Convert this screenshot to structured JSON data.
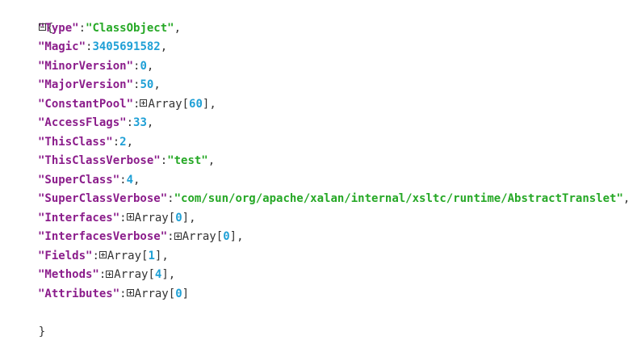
{
  "viewer": {
    "open_brace": "{",
    "close_brace": "}",
    "rows": [
      {
        "key": "\"Type\"",
        "kind": "string",
        "value": "\"ClassObject\"",
        "comma": ","
      },
      {
        "key": "\"Magic\"",
        "kind": "number",
        "value": "3405691582",
        "comma": ","
      },
      {
        "key": "\"MinorVersion\"",
        "kind": "number",
        "value": "0",
        "comma": ","
      },
      {
        "key": "\"MajorVersion\"",
        "kind": "number",
        "value": "50",
        "comma": ","
      },
      {
        "key": "\"ConstantPool\"",
        "kind": "array",
        "array_label": "Array",
        "count": "60",
        "comma": ","
      },
      {
        "key": "\"AccessFlags\"",
        "kind": "number",
        "value": "33",
        "comma": ","
      },
      {
        "key": "\"ThisClass\"",
        "kind": "number",
        "value": "2",
        "comma": ","
      },
      {
        "key": "\"ThisClassVerbose\"",
        "kind": "string",
        "value": "\"test\"",
        "comma": ","
      },
      {
        "key": "\"SuperClass\"",
        "kind": "number",
        "value": "4",
        "comma": ","
      },
      {
        "key": "\"SuperClassVerbose\"",
        "kind": "string",
        "value": "\"com/sun/org/apache/xalan/internal/xsltc/runtime/AbstractTranslet\"",
        "comma": ","
      },
      {
        "key": "\"Interfaces\"",
        "kind": "array",
        "array_label": "Array",
        "count": "0",
        "comma": ","
      },
      {
        "key": "\"InterfacesVerbose\"",
        "kind": "array",
        "array_label": "Array",
        "count": "0",
        "comma": ","
      },
      {
        "key": "\"Fields\"",
        "kind": "array",
        "array_label": "Array",
        "count": "1",
        "comma": ","
      },
      {
        "key": "\"Methods\"",
        "kind": "array",
        "array_label": "Array",
        "count": "4",
        "comma": ","
      },
      {
        "key": "\"Attributes\"",
        "kind": "array",
        "array_label": "Array",
        "count": "0",
        "comma": ""
      }
    ]
  }
}
